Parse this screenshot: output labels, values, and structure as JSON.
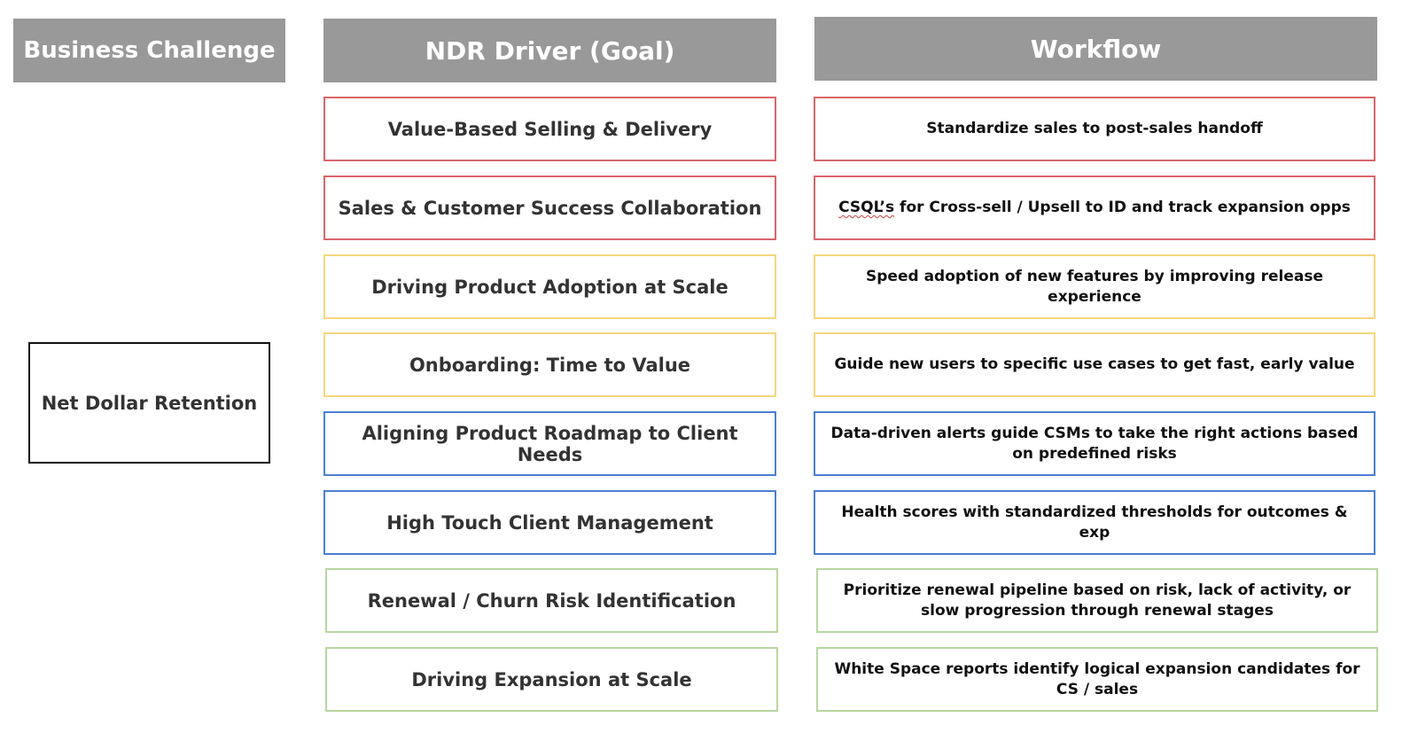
{
  "headers": {
    "challenge": "Business Challenge",
    "driver": "NDR Driver (Goal)",
    "workflow": "Workflow"
  },
  "challenge": "Net Dollar Retention",
  "colors": {
    "red": "#d9666a",
    "yellow": "#f3d77e",
    "blue": "#4a7fd4",
    "green": "#b7d7a0",
    "header_bg": "#999999"
  },
  "drivers": [
    "Value-Based Selling & Delivery",
    "Sales & Customer Success Collaboration",
    "Driving Product Adoption at Scale",
    "Onboarding: Time to Value",
    "Aligning Product Roadmap to Client Needs",
    "High Touch Client Management",
    "Renewal / Churn Risk Identification",
    "Driving Expansion at Scale"
  ],
  "workflows": [
    "Standardize sales to post-sales handoff",
    "CSQL’s for Cross-sell / Upsell to ID and track expansion opps",
    "Speed adoption of new features by improving release experience",
    "Guide new users to specific use cases to get fast, early value",
    "Data-driven alerts guide CSMs to take the right actions based on predefined risks",
    "Health scores with standardized thresholds for outcomes & exp",
    "Prioritize renewal pipeline based on risk, lack of activity, or slow progression through renewal stages",
    "White Space reports identify logical expansion candidates for CS / sales"
  ]
}
